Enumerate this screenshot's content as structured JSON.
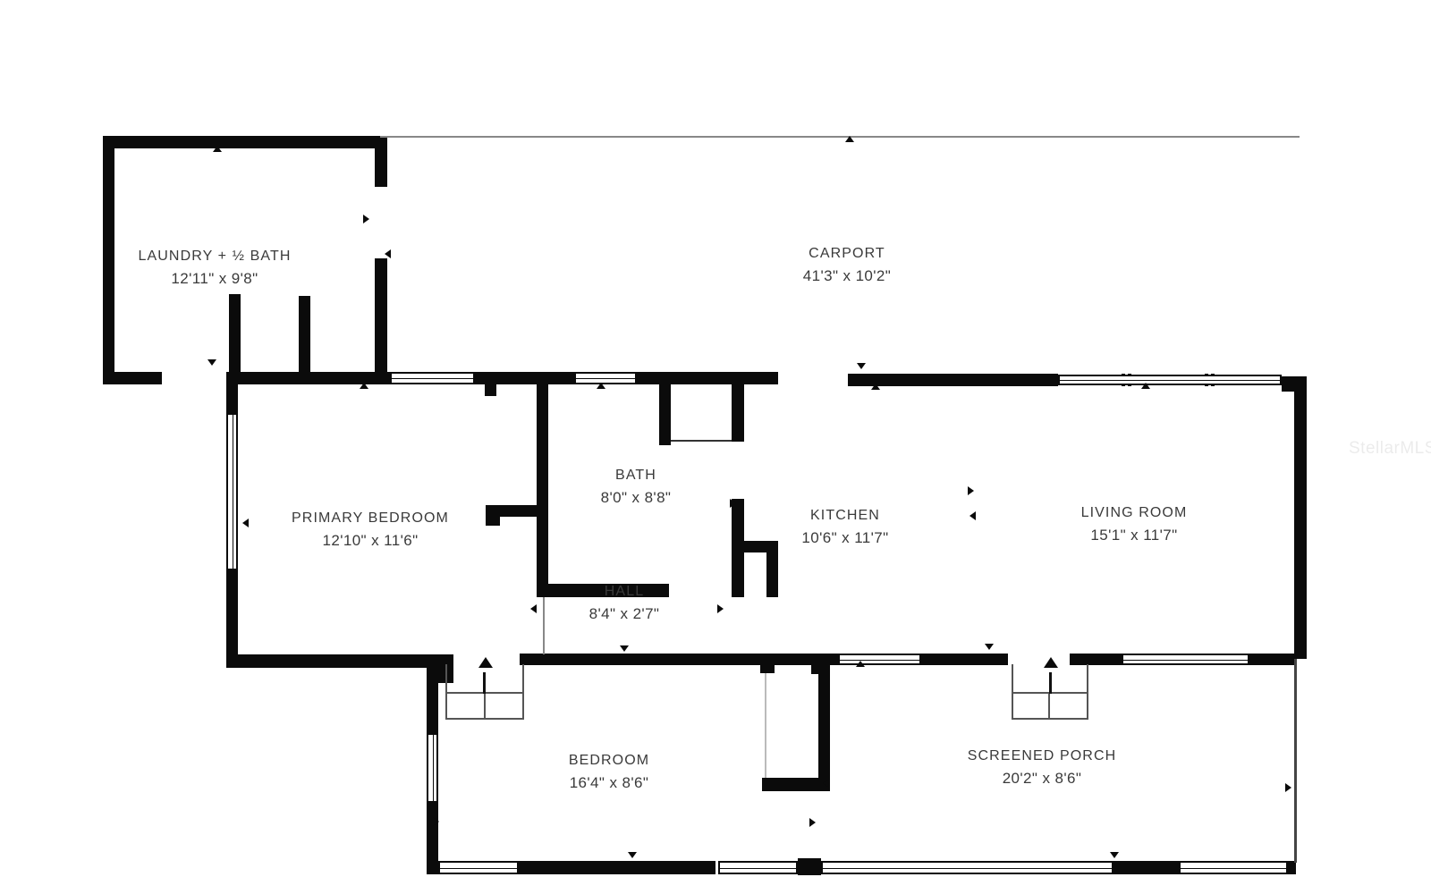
{
  "rooms": [
    {
      "name": "LAUNDRY + ½ BATH",
      "dims": "12'11\" x 9'8\""
    },
    {
      "name": "CARPORT",
      "dims": "41'3\" x 10'2\""
    },
    {
      "name": "PRIMARY BEDROOM",
      "dims": "12'10\" x 11'6\""
    },
    {
      "name": "BATH",
      "dims": "8'0\" x 8'8\""
    },
    {
      "name": "KITCHEN",
      "dims": "10'6\" x 11'7\""
    },
    {
      "name": "LIVING ROOM",
      "dims": "15'1\" x 11'7\""
    },
    {
      "name": "HALL",
      "dims": "8'4\" x 2'7\""
    },
    {
      "name": "BEDROOM",
      "dims": "16'4\" x 8'6\""
    },
    {
      "name": "SCREENED PORCH",
      "dims": "20'2\" x 8'6\""
    }
  ],
  "watermark": "StellarMLS",
  "colors": {
    "wall": "#0b0b0b",
    "text": "#3a3a3a",
    "thin_line": "#555555",
    "carport_line": "#888888",
    "closet_line": "#bbbbbb"
  }
}
